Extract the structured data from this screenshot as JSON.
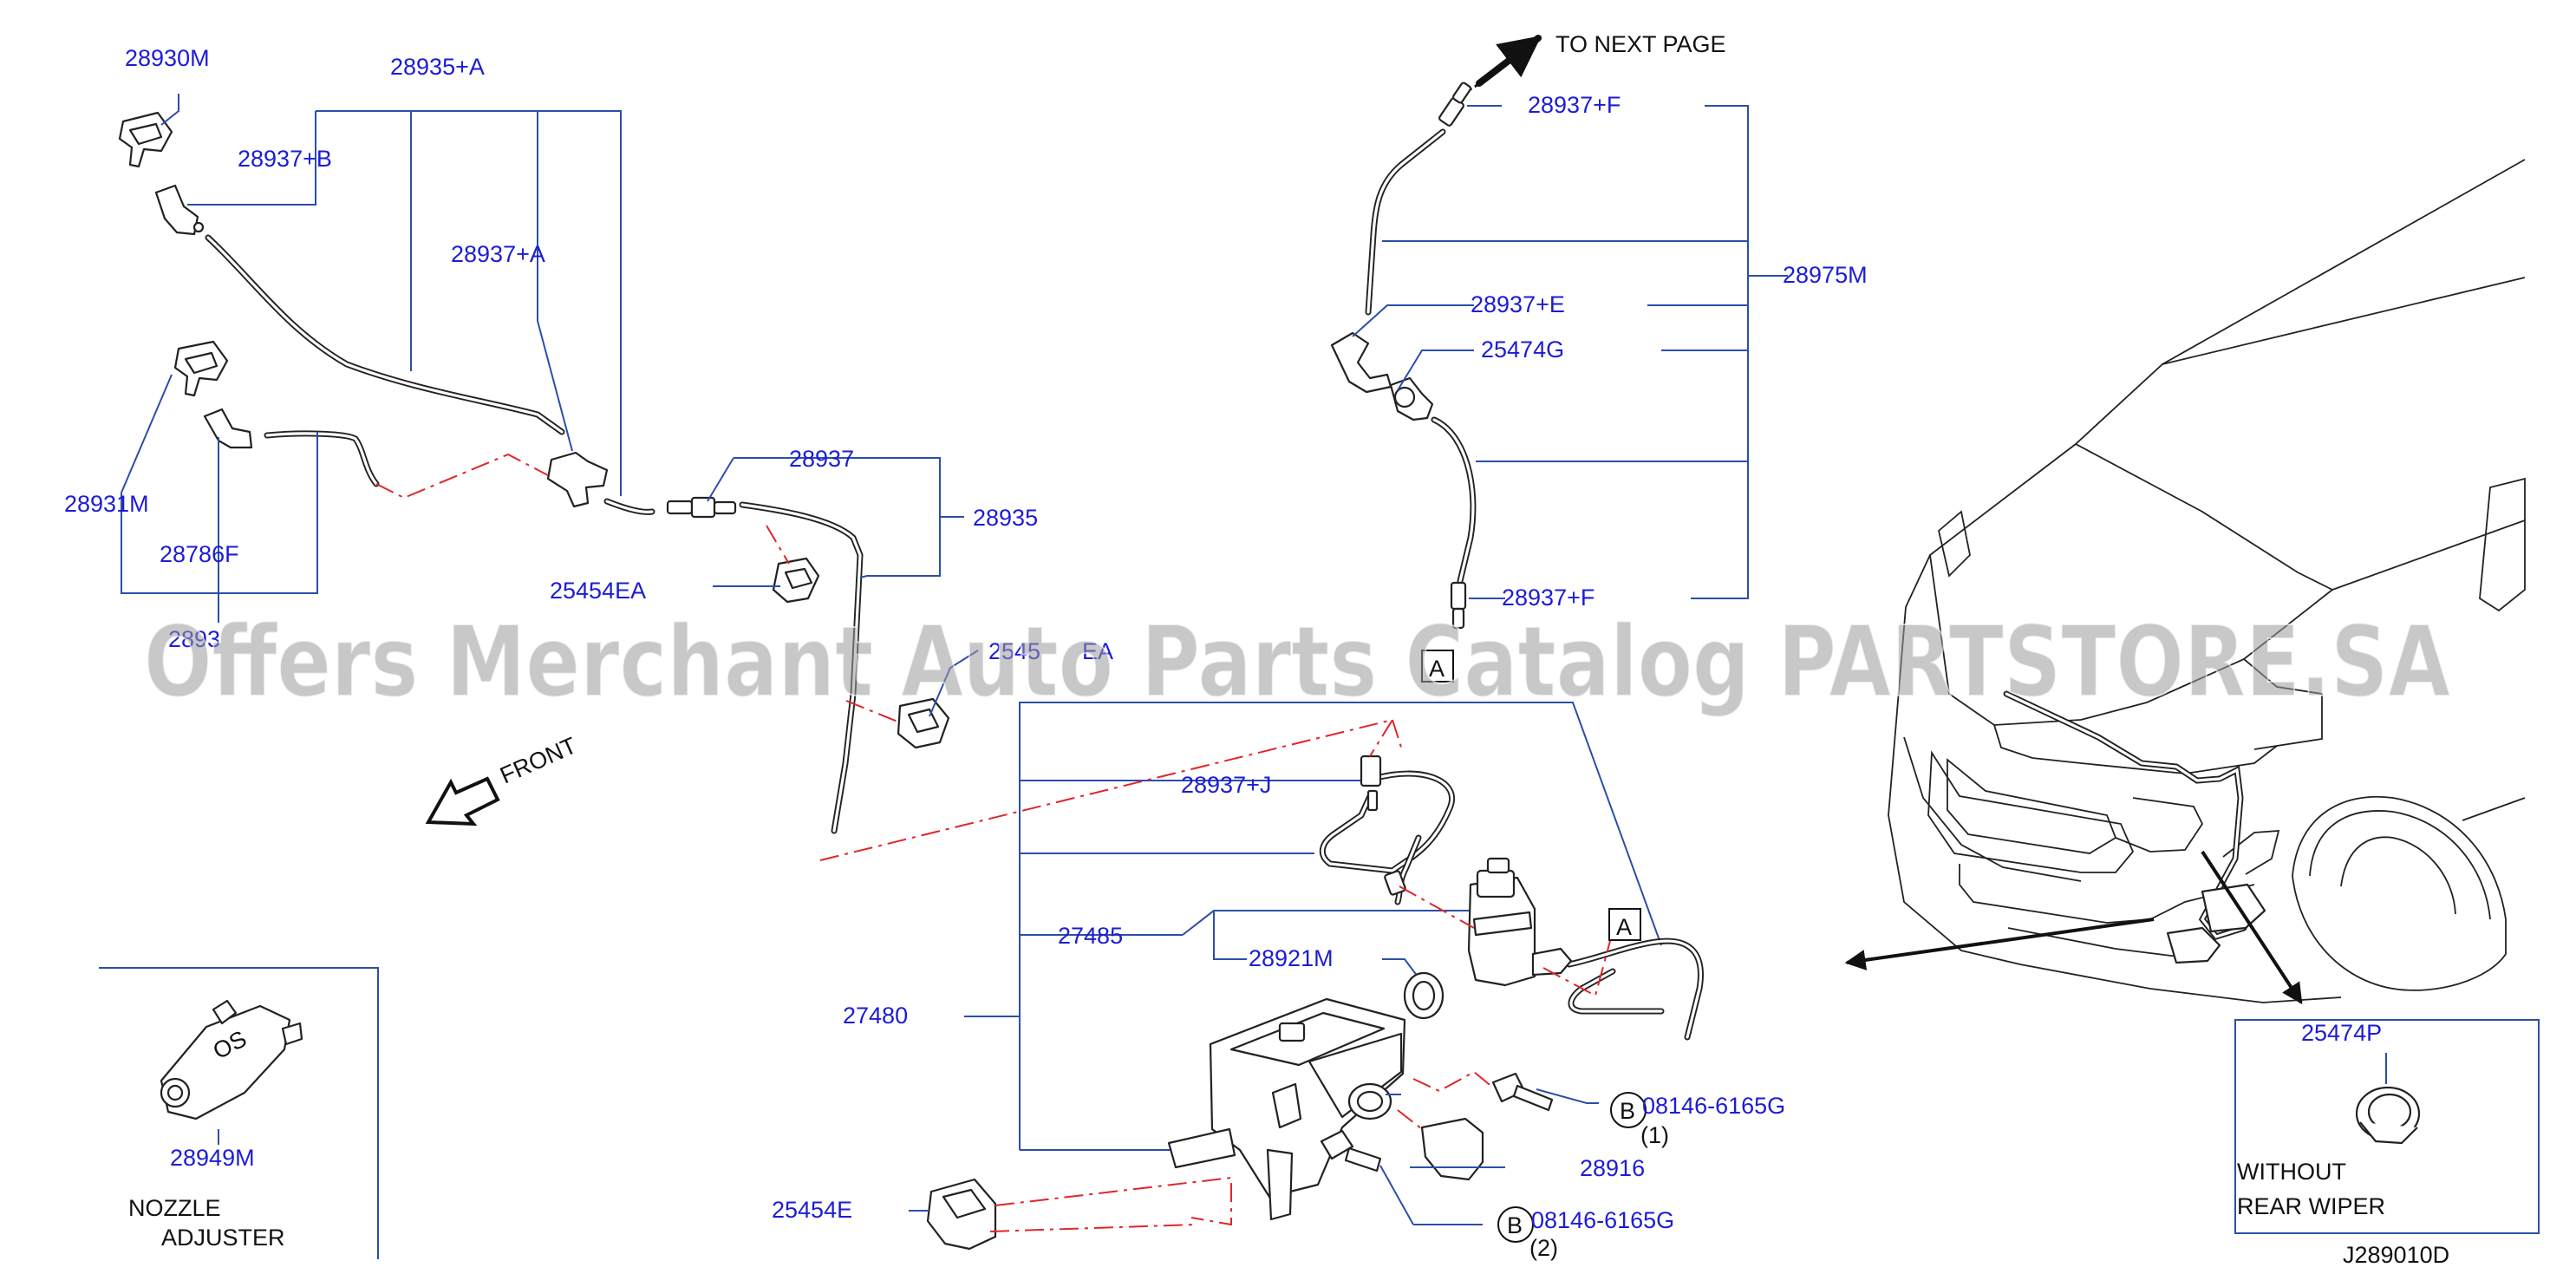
{
  "diagram": {
    "watermark": "Offers Merchant Auto Parts Catalog PARTSTORE.SA",
    "diagram_code": "J289010D",
    "direction_labels": {
      "to_next_page": "TO  NEXT  PAGE",
      "front": "FRONT"
    },
    "captions": {
      "nozzle_adjuster_line1": "NOZZLE",
      "nozzle_adjuster_line2": "ADJUSTER",
      "without_rear_wiper_line1": "WITHOUT",
      "without_rear_wiper_line2": "REAR  WIPER"
    },
    "reference_marks": {
      "a_upper": "A",
      "a_lower": "A",
      "b_upper": "B",
      "b_lower": "B"
    },
    "part_labels": {
      "p28930M": "28930M",
      "p28935A": "28935+A",
      "p28937B": "28937+B",
      "p28937A": "28937+A",
      "p28931M": "28931M",
      "p28786F": "28786F",
      "p28938_partial": "2893",
      "p28937": "28937",
      "p28935": "28935",
      "p25454EA": "25454EA",
      "p25454EA_partial": "2545",
      "p25454EA_partial_tail": "EA",
      "p28937F_top": "28937+F",
      "p28975M": "28975M",
      "p28937E": "28937+E",
      "p25474G": "25474G",
      "p28937F_bottom": "28937+F",
      "p28937J": "28937+J",
      "p27485": "27485",
      "p28921M": "28921M",
      "p27480": "27480",
      "p08146_1": "08146-6165G",
      "p08146_1_qty": "(1)",
      "p28916": "28916",
      "p08146_2": "08146-6165G",
      "p08146_2_qty": "(2)",
      "p25454E": "25454E",
      "p28949M": "28949M",
      "p25474P": "25474P",
      "nozzle_os": "OS"
    }
  }
}
